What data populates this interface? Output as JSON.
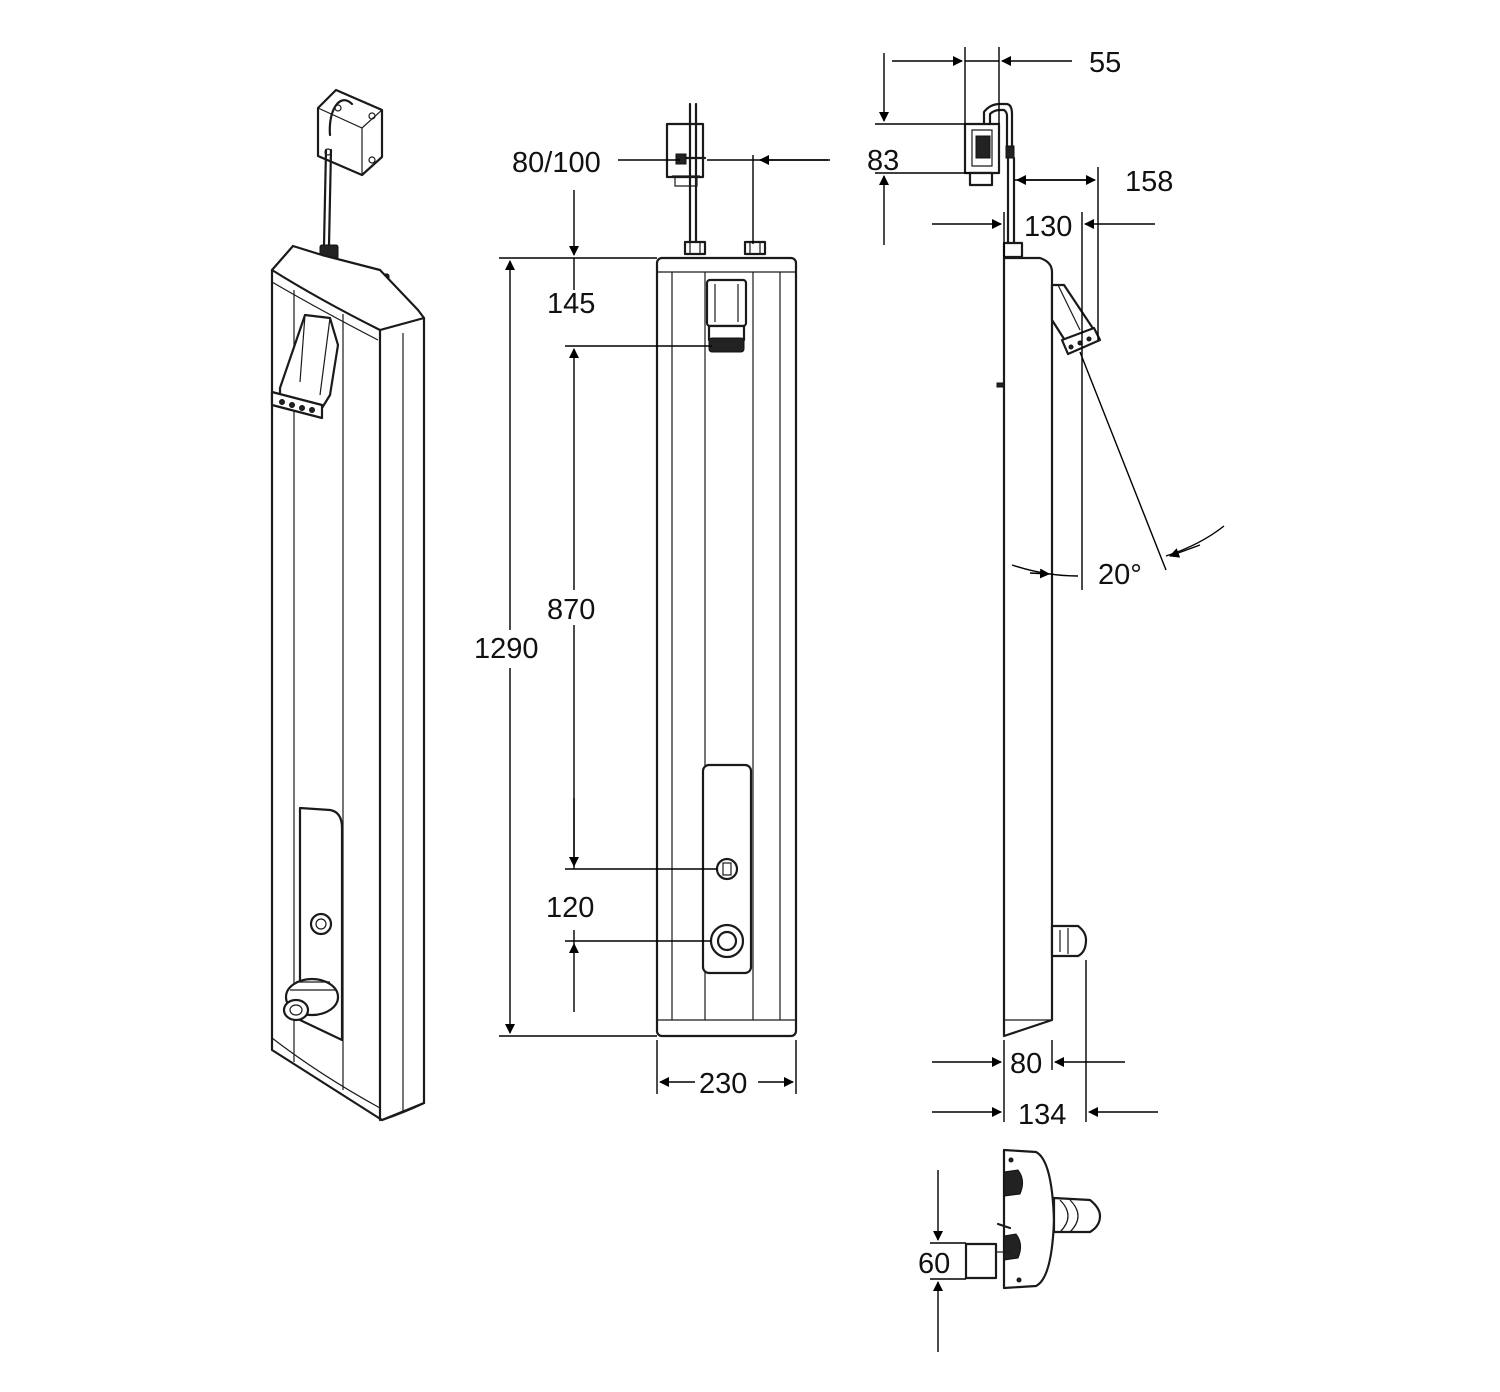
{
  "dimensions": {
    "d_80_100": "80/100",
    "d_145": "145",
    "d_870": "870",
    "d_1290": "1290",
    "d_120": "120",
    "d_230": "230",
    "d_55": "55",
    "d_83": "83",
    "d_158": "158",
    "d_130": "130",
    "d_20deg": "20°",
    "d_80": "80",
    "d_134": "134",
    "d_60": "60"
  },
  "colors": {
    "line": "#1a1a1a",
    "background": "#ffffff"
  }
}
